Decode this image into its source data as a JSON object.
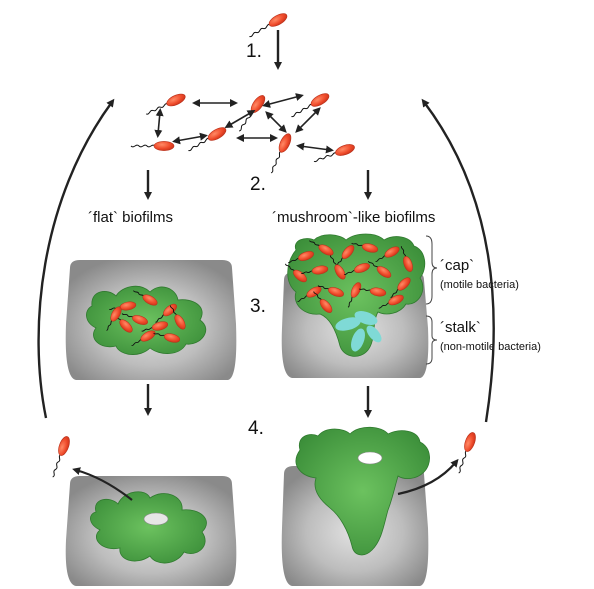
{
  "steps": [
    "1.",
    "2.",
    "3.",
    "4."
  ],
  "headings": {
    "flat": "´flat` biofilms",
    "mushroom": "´mushroom`-like biofilms"
  },
  "annotations": {
    "cap_title": "´cap`",
    "cap_sub": "(motile bacteria)",
    "stalk_title": "´stalk`",
    "stalk_sub": "(non-motile bacteria)"
  },
  "colors": {
    "bacterium": "#ee4a2a",
    "bacterium_dark": "#c8321a",
    "biofilm": "#4ea847",
    "biofilm_dark": "#2f7a2e",
    "stalk_cells": "#7fdad6",
    "surface": "#9a9a9a",
    "surface_light": "#d4d4d4",
    "arrow": "#222222"
  }
}
